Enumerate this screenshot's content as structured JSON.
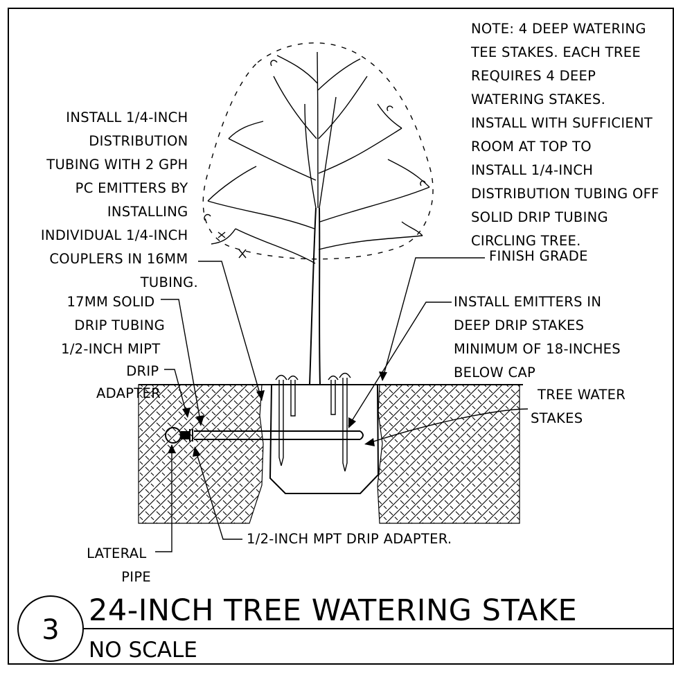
{
  "detail": {
    "number": "3",
    "title": "24-INCH TREE WATERING STAKE",
    "scale": "NO SCALE"
  },
  "labels": {
    "note": [
      "NOTE: 4 DEEP WATERING",
      "TEE STAKES. EACH TREE",
      "REQUIRES 4 DEEP",
      "WATERING STAKES.",
      "INSTALL WITH SUFFICIENT",
      "ROOM AT TOP TO",
      "INSTALL 1/4-INCH",
      "DISTRIBUTION TUBING OFF",
      "SOLID DRIP TUBING",
      "CIRCLING TREE."
    ],
    "install_tubing": [
      "INSTALL 1/4-INCH",
      "DISTRIBUTION",
      "TUBING WITH 2 GPH",
      "PC EMITTERS BY",
      "INSTALLING",
      "INDIVIDUAL 1/4-INCH",
      "COUPLERS IN 16MM",
      "TUBING."
    ],
    "finish_grade": "FINISH GRADE",
    "install_emitters": [
      "INSTALL EMITTERS IN",
      "DEEP DRIP STAKES",
      "MINIMUM OF 18-INCHES",
      "BELOW CAP"
    ],
    "solid_drip": [
      "17MM SOLID",
      "DRIP TUBING"
    ],
    "mipt_adapter": [
      "1/2-INCH MIPT",
      "DRIP",
      "ADAPTER"
    ],
    "tree_water_stakes": [
      "TREE WATER",
      "STAKES"
    ],
    "mpt_adapter": "1/2-INCH MPT DRIP ADAPTER.",
    "lateral_pipe": [
      "LATERAL",
      "PIPE"
    ]
  }
}
